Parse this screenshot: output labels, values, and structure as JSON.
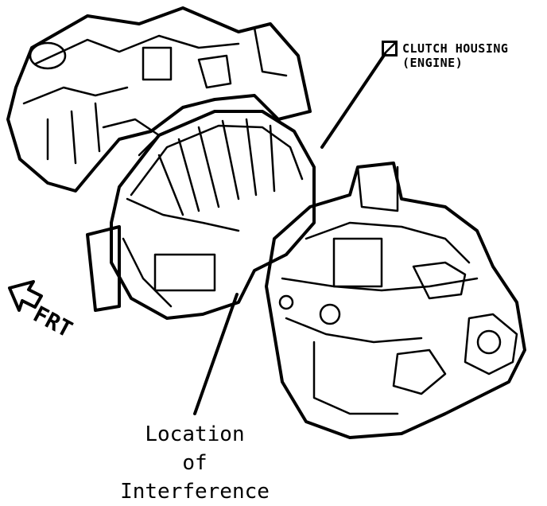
{
  "callouts": {
    "clutch_housing_line1": "CLUTCH HOUSING",
    "clutch_housing_line2": "(ENGINE)",
    "location_line1": "Location",
    "location_line2": "of",
    "location_line3": "Interference"
  },
  "direction": {
    "label": "FRT"
  },
  "icons": {
    "reference_box": "square-with-diagonal-icon",
    "front_arrow": "arrow-left-up-icon"
  }
}
